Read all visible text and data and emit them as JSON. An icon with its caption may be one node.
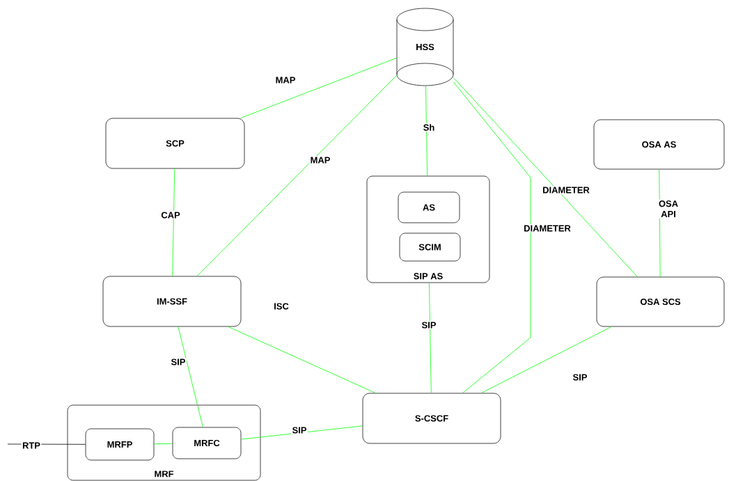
{
  "diagram": {
    "nodes": [
      {
        "text": [
          "HSS"
        ]
      },
      {
        "text": [
          "SCP"
        ]
      },
      {
        "text": [
          "OSA AS"
        ]
      },
      {
        "text": [
          "SIP AS"
        ]
      },
      {
        "text": [
          "AS"
        ],
        "in": 3
      },
      {
        "text": [
          "SCIM"
        ],
        "in": 3
      },
      {
        "text": [
          "IM-SSF"
        ]
      },
      {
        "text": [
          "OSA SCS"
        ]
      },
      {
        "text": [
          "MRF"
        ]
      },
      {
        "text": [
          "MRFP"
        ],
        "in": 8
      },
      {
        "text": [
          "MRFC"
        ],
        "in": 8
      },
      {
        "text": [
          "S-CSCF"
        ]
      }
    ],
    "edges": [
      {
        "from": 0,
        "to": 1,
        "arrow": "none",
        "label": "MAP"
      },
      {
        "from": 0,
        "to": 6,
        "arrow": "none",
        "label": "MAP"
      },
      {
        "from": 0,
        "to": 3,
        "arrow": "none",
        "label": "Sh"
      },
      {
        "from": 0,
        "to": 11,
        "arrow": "none",
        "label": "DIAMETER"
      },
      {
        "from": 0,
        "to": 7,
        "arrow": "none",
        "label": "DIAMETER"
      },
      {
        "from": 1,
        "to": 6,
        "arrow": "none",
        "label": "CAP"
      },
      {
        "from": 2,
        "to": 7,
        "arrow": "none",
        "label": "OSA API"
      },
      {
        "from": 3,
        "to": 11,
        "arrow": "none",
        "label": "SIP"
      },
      {
        "from": 6,
        "to": 11,
        "arrow": "none",
        "label": "ISC"
      },
      {
        "from": 6,
        "to": 10,
        "arrow": "none",
        "label": "SIP"
      },
      {
        "from": 9,
        "to": 10,
        "arrow": "none"
      },
      {
        "from": 10,
        "to": 11,
        "arrow": "none",
        "label": "SIP"
      },
      {
        "from": 7,
        "to": 11,
        "arrow": "none",
        "label": "SIP"
      },
      {
        "from": null,
        "to": 9,
        "arrow": "none",
        "label": "RTP",
        "color": "#000000"
      }
    ]
  }
}
